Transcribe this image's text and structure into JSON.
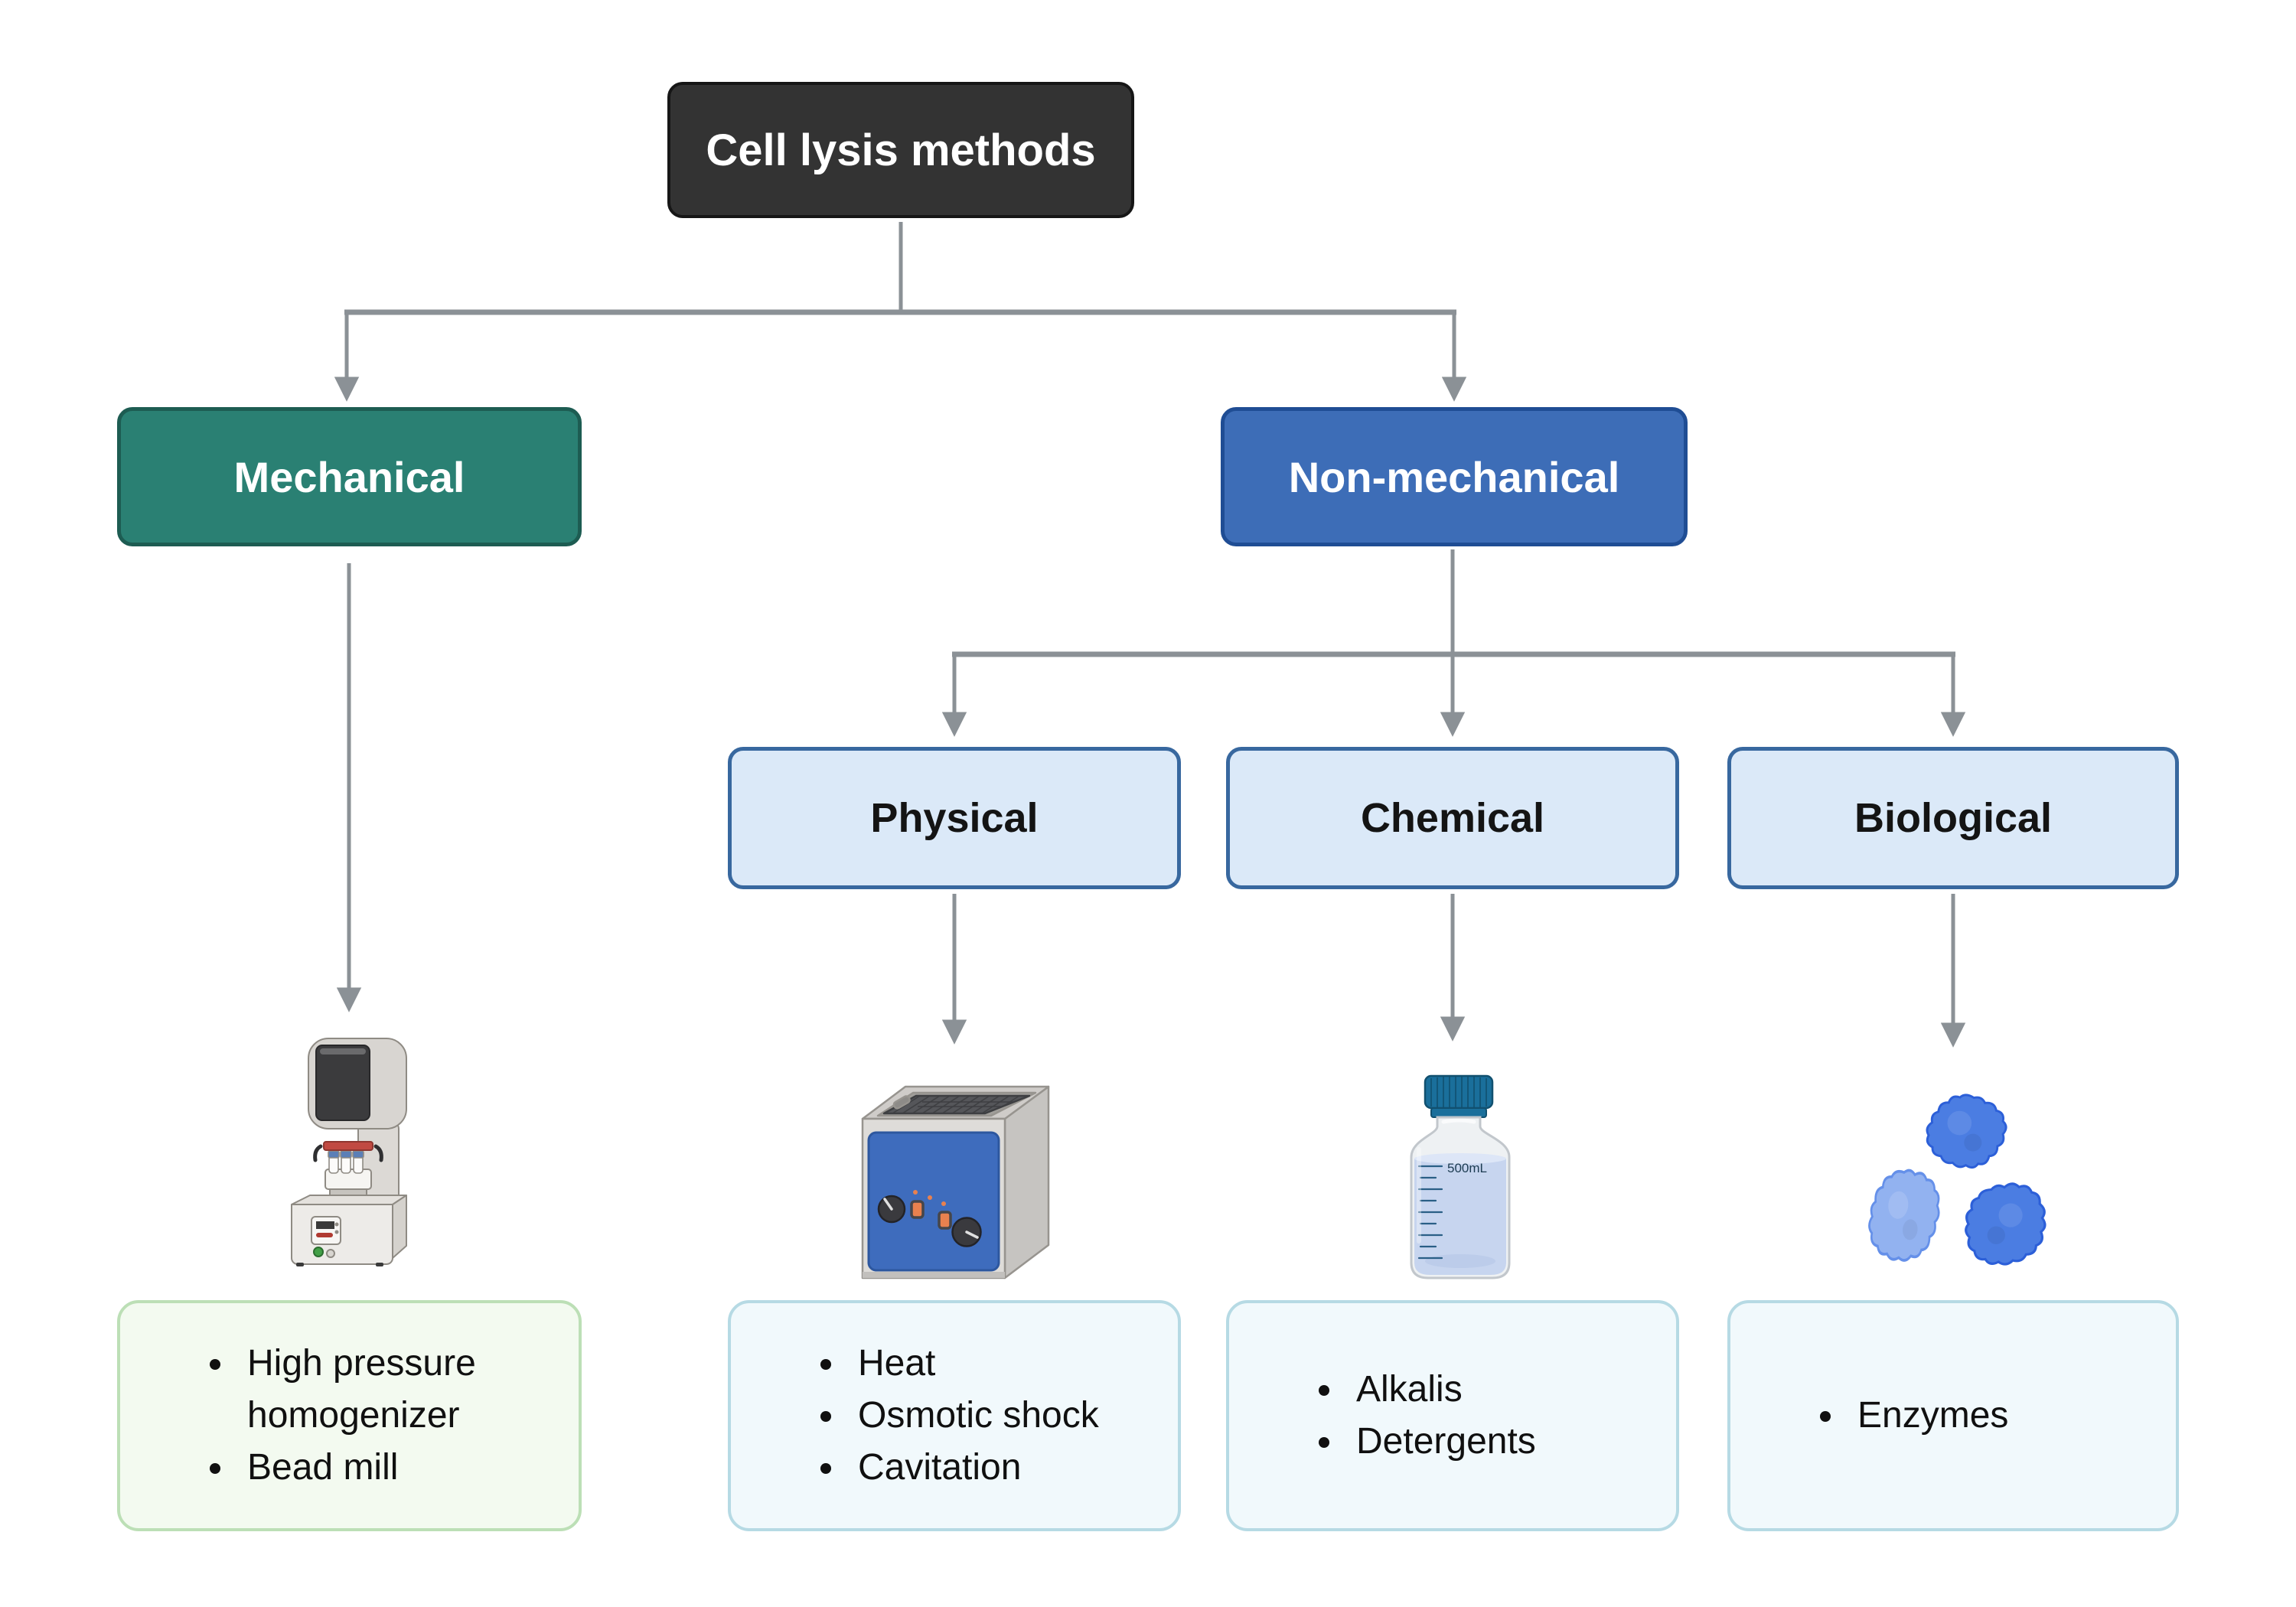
{
  "title": "Cell lysis methods",
  "nodes": {
    "mechanical": "Mechanical",
    "non_mechanical": "Non-mechanical",
    "physical": "Physical",
    "chemical": "Chemical",
    "biological": "Biological"
  },
  "lists": {
    "mechanical": [
      "High pressure homogenizer",
      "Bead mill"
    ],
    "physical": [
      "Heat",
      "Osmotic shock",
      "Cavitation"
    ],
    "chemical": [
      "Alkalis",
      "Detergents"
    ],
    "biological": [
      "Enzymes"
    ]
  },
  "bottle_label": "500mL",
  "icons": {
    "mechanical": "high-pressure-homogenizer",
    "physical": "ultrasonic-bath",
    "chemical": "reagent-bottle",
    "biological": "enzyme-blobs"
  },
  "colors": {
    "title_bg": "#333333",
    "mechanical_fill": "#2A8073",
    "mechanical_border": "#1D5C52",
    "non_mechanical_fill": "#3D6DB7",
    "non_mechanical_border": "#1F4D94",
    "subnode_fill": "#DBE9F8",
    "subnode_border": "#38689F",
    "mechanical_list_fill": "#F3FAF0",
    "mechanical_list_border": "#BCDFB6",
    "blue_list_fill": "#F1F9FC",
    "blue_list_border": "#B6DAE4",
    "arrow": "#8B9196",
    "enzyme_dark": "#4B7DE2",
    "enzyme_light": "#92B2F0",
    "bottle_cap": "#1A6F9B",
    "bath_panel": "#3E6CBD"
  }
}
